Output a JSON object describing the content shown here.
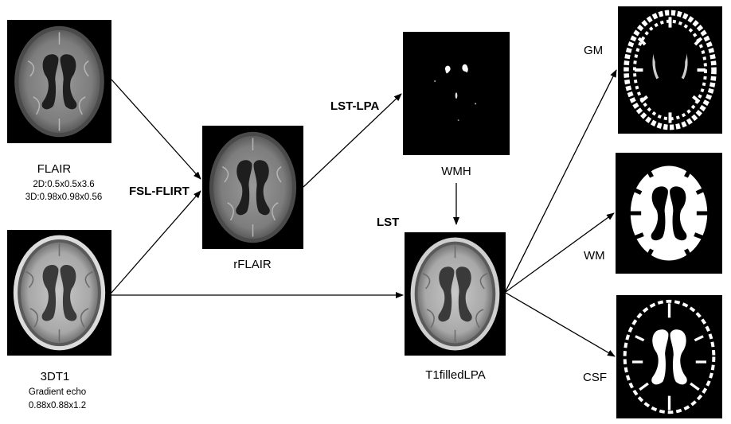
{
  "images": {
    "flair": {
      "caption": "FLAIR",
      "details": [
        "2D:0.5x0.5x3.6",
        "3D:0.98x0.98x0.56"
      ]
    },
    "t1": {
      "caption": "3DT1",
      "details": [
        "Gradient echo",
        "0.88x0.88x1.2"
      ]
    },
    "rflair": {
      "caption": "rFLAIR"
    },
    "wmh": {
      "caption": "WMH"
    },
    "t1filled": {
      "caption": "T1filledLPA"
    },
    "gm": {
      "caption": "GM"
    },
    "wm": {
      "caption": "WM"
    },
    "csf": {
      "caption": "CSF"
    }
  },
  "steps": {
    "registration": "FSL-FLIRT",
    "lesion_prediction": "LST-LPA",
    "lesion_filling": "LST"
  }
}
